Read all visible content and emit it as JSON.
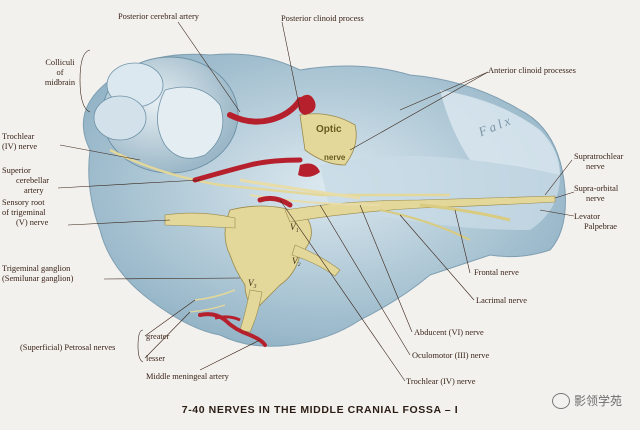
{
  "labels": {
    "posterior_cerebral_artery": "Posterior cerebral artery",
    "posterior_clinoid_process": "Posterior clinoid process",
    "colliculi": [
      "Colliculi",
      "of",
      "midbrain"
    ],
    "anterior_clinoid_processes": "Anterior clinoid processes",
    "trochlear_left": [
      "Trochlear",
      "(IV) nerve"
    ],
    "superior_cerebellar_artery": [
      "Superior",
      "cerebellar",
      "artery"
    ],
    "sensory_root_trigeminal": [
      "Sensory root",
      "of trigeminal",
      "(V) nerve"
    ],
    "trigeminal_ganglion": [
      "Trigeminal ganglion",
      "(Semilunar ganglion)"
    ],
    "supratrochlear": [
      "Supratrochlear",
      "nerve"
    ],
    "supraorbital": [
      "Supra-orbital",
      "nerve"
    ],
    "levator": [
      "Levator",
      "Palpebrae"
    ],
    "frontal_nerve": "Frontal nerve",
    "lacrimal_nerve": "Lacrimal nerve",
    "abducent_nerve": "Abducent (VI) nerve",
    "oculomotor_nerve": "Oculomotor (III) nerve",
    "trochlear_bottom": "Trochlear (IV) nerve",
    "petrosal_nerves": "(Superficial) Petrosal nerves",
    "greater": "greater",
    "lesser": "lesser",
    "middle_meningeal_artery": "Middle meningeal artery"
  },
  "in_figure": {
    "optic": "Optic",
    "nerve": "nerve",
    "falx": "Falx",
    "v1": "V₁",
    "v2": "V₂",
    "v3": "V₃"
  },
  "caption": "7-40   NERVES IN THE MIDDLE CRANIAL FOSSA – I",
  "watermark": "影领学苑",
  "colors": {
    "background": "#f3f1ee",
    "fossa": "#bcd2de",
    "nerve": "#e3d79a",
    "artery": "#b6202c",
    "label_text": "#3a2418"
  }
}
